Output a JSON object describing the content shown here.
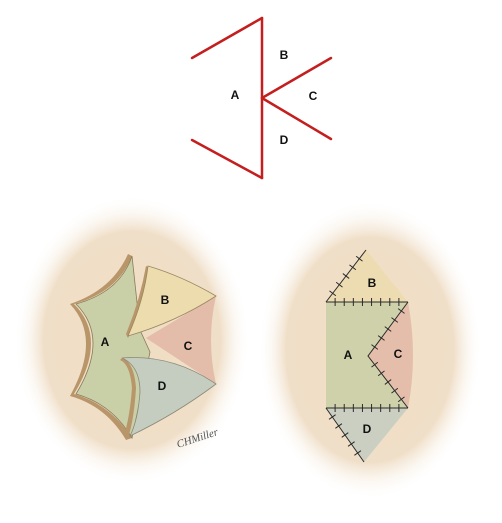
{
  "top_diagram": {
    "labels": {
      "a": "A",
      "b": "B",
      "c": "C",
      "d": "D"
    },
    "line_color": "#c41e1e"
  },
  "left_panel": {
    "labels": {
      "a": "A",
      "b": "B",
      "c": "C",
      "d": "D"
    },
    "flap_colors": {
      "a": "#c9cfa6",
      "b": "#ecdcae",
      "c": "#e2b8a6",
      "d": "#c4cdbf"
    },
    "skin_color": "#efdcc2",
    "signature": "CHMiller"
  },
  "right_panel": {
    "labels": {
      "a": "A",
      "b": "B",
      "c": "C",
      "d": "D"
    },
    "suture_color": "#2a2a2a"
  }
}
